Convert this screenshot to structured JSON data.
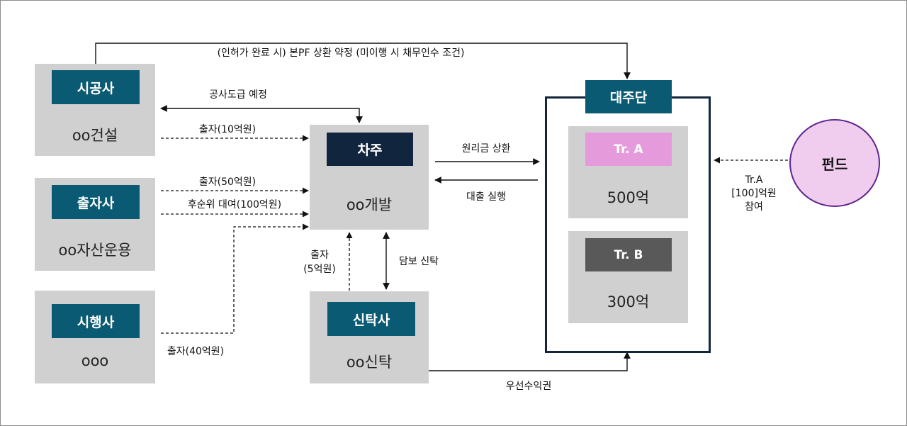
{
  "entities": {
    "contractor": {
      "tag": "시공사",
      "name": "oo건설"
    },
    "investor": {
      "tag": "출자사",
      "name": "oo자산운용"
    },
    "developer": {
      "tag": "시행사",
      "name": "ooo"
    },
    "borrower": {
      "tag": "차주",
      "name": "oo개발"
    },
    "trustee": {
      "tag": "신탁사",
      "name": "oo신탁"
    },
    "syndicate": {
      "tag": "대주단",
      "tranche_a": {
        "tag": "Tr. A",
        "amount": "500억"
      },
      "tranche_b": {
        "tag": "Tr. B",
        "amount": "300억"
      }
    },
    "fund": {
      "name": "펀드"
    }
  },
  "flows": {
    "top_commitment": "(인허가 완료 시) 본PF 상환 약정 (미이행 시 채무인수 조건)",
    "construction_contract": "공사도급 예정",
    "contractor_equity": "출자(10억원)",
    "investor_equity": "출자(50억원)",
    "investor_sub_loan": "후순위 대여(100억원)",
    "developer_equity": "출자(40억원)",
    "trustee_equity_line1": "출자",
    "trustee_equity_line2": "(5억원)",
    "collateral_trust": "담보 신탁",
    "repayment": "원리금 상환",
    "loan_execution": "대출 실행",
    "priority_beneficiary": "우선수익권",
    "fund_participation_line1": "Tr.A",
    "fund_participation_line2": "[100]억원",
    "fund_participation_line3": "참여"
  },
  "colors": {
    "tag_teal": "#0b5a73",
    "tag_navy": "#12253f",
    "tranche_a": "#e59bdb",
    "tranche_b": "#595959",
    "box_fill": "#d0d0d0",
    "fund_fill": "#f0cdee",
    "fund_border": "#5d2590"
  }
}
